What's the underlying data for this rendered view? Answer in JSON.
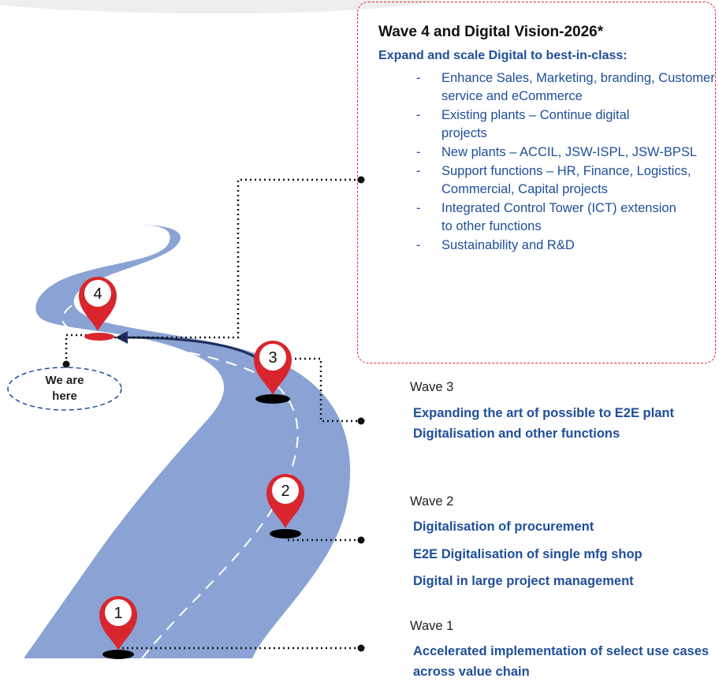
{
  "vision": {
    "title": "Wave 4 and Digital Vision-2026*",
    "subtitle": "Expand and scale Digital to best-in-class:",
    "items": [
      "Enhance Sales, Marketing, branding, Customer service and eCommerce",
      "Existing plants – Continue digital projects",
      "New plants – ACCIL, JSW-ISPL, JSW-BPSL",
      "Support functions – HR, Finance, Logistics, Commercial, Capital projects",
      "Integrated Control Tower (ICT) extension to other functions",
      "Sustainability and R&D"
    ]
  },
  "we_are_here": "We are here",
  "waves": [
    {
      "label": "Wave 3",
      "desc": [
        "Expanding the art of possible to E2E plant Digitalisation and other functions"
      ]
    },
    {
      "label": "Wave 2",
      "desc": [
        "Digitalisation of procurement",
        "E2E Digitalisation of single mfg shop",
        "Digital in large project management"
      ]
    },
    {
      "label": "Wave 1",
      "desc": [
        "Accelerated implementation of select use cases across value chain"
      ]
    }
  ],
  "pins": [
    "1",
    "2",
    "3",
    "4"
  ],
  "colors": {
    "road": "#8aa3d4",
    "pin": "#d9262e",
    "text_blue": "#1f4e9a",
    "box_border": "#d9262e",
    "arrow": "#1e2f5c"
  }
}
